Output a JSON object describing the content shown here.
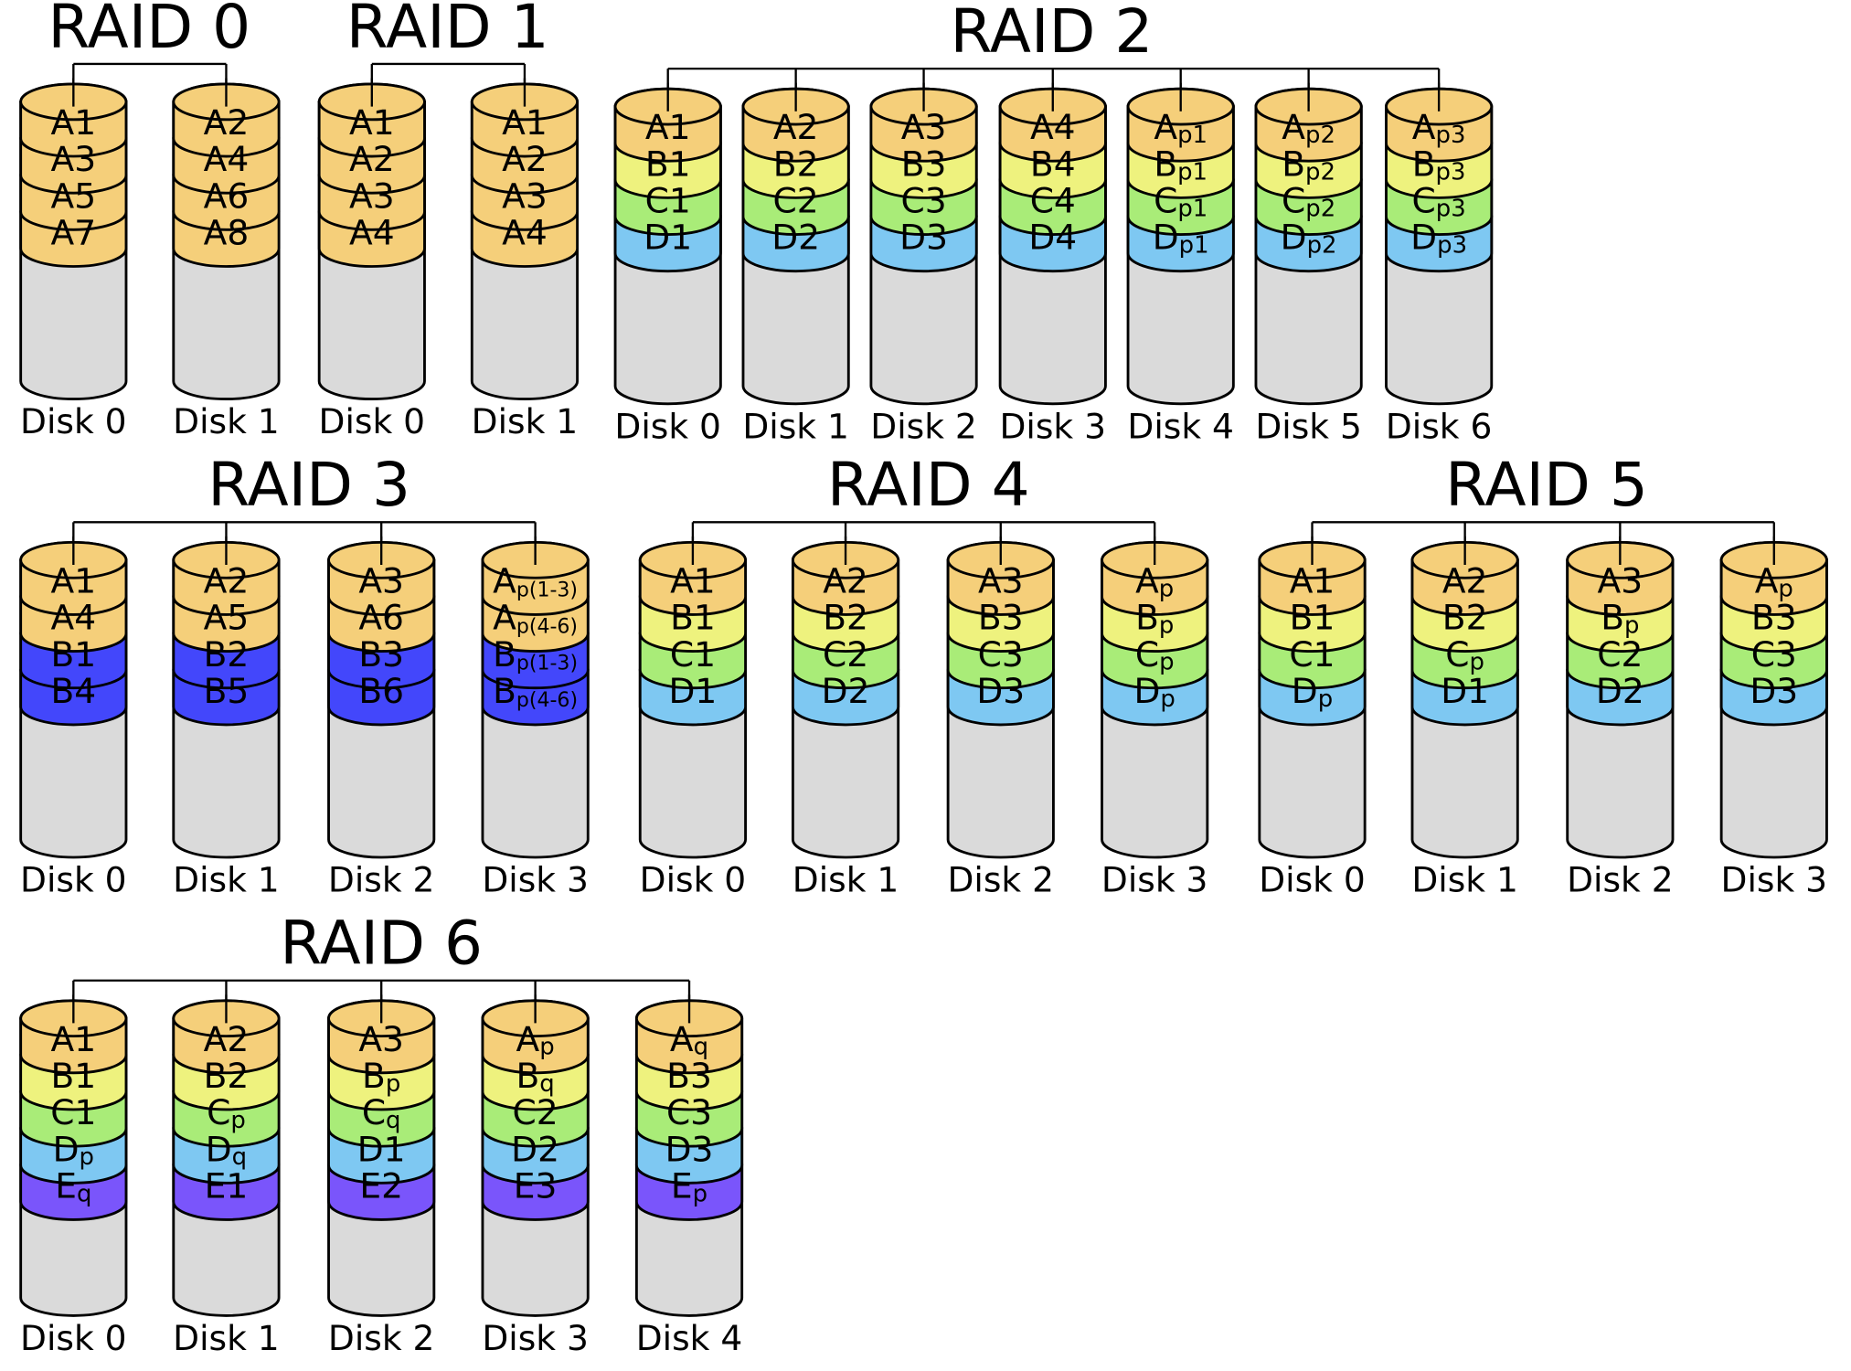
{
  "colors": {
    "A": "#f5cf7a",
    "B": "#eef27e",
    "C": "#a9ec78",
    "D": "#7ec8f2",
    "E": "#7a55fb",
    "B3": "#4347fb",
    "empty": "#dadada",
    "stroke": "#000000"
  },
  "groups": [
    {
      "title": "RAID 0",
      "disks": [
        {
          "label": "Disk 0",
          "blocks": [
            {
              "t": "A1",
              "c": "A"
            },
            {
              "t": "A3",
              "c": "A"
            },
            {
              "t": "A5",
              "c": "A"
            },
            {
              "t": "A7",
              "c": "A"
            }
          ]
        },
        {
          "label": "Disk 1",
          "blocks": [
            {
              "t": "A2",
              "c": "A"
            },
            {
              "t": "A4",
              "c": "A"
            },
            {
              "t": "A6",
              "c": "A"
            },
            {
              "t": "A8",
              "c": "A"
            }
          ]
        }
      ]
    },
    {
      "title": "RAID 1",
      "disks": [
        {
          "label": "Disk 0",
          "blocks": [
            {
              "t": "A1",
              "c": "A"
            },
            {
              "t": "A2",
              "c": "A"
            },
            {
              "t": "A3",
              "c": "A"
            },
            {
              "t": "A4",
              "c": "A"
            }
          ]
        },
        {
          "label": "Disk 1",
          "blocks": [
            {
              "t": "A1",
              "c": "A"
            },
            {
              "t": "A2",
              "c": "A"
            },
            {
              "t": "A3",
              "c": "A"
            },
            {
              "t": "A4",
              "c": "A"
            }
          ]
        }
      ]
    },
    {
      "title": "RAID 2",
      "disks": [
        {
          "label": "Disk 0",
          "blocks": [
            {
              "t": "A1",
              "c": "A"
            },
            {
              "t": "B1",
              "c": "B"
            },
            {
              "t": "C1",
              "c": "C"
            },
            {
              "t": "D1",
              "c": "D"
            }
          ]
        },
        {
          "label": "Disk 1",
          "blocks": [
            {
              "t": "A2",
              "c": "A"
            },
            {
              "t": "B2",
              "c": "B"
            },
            {
              "t": "C2",
              "c": "C"
            },
            {
              "t": "D2",
              "c": "D"
            }
          ]
        },
        {
          "label": "Disk 2",
          "blocks": [
            {
              "t": "A3",
              "c": "A"
            },
            {
              "t": "B3",
              "c": "B"
            },
            {
              "t": "C3",
              "c": "C"
            },
            {
              "t": "D3",
              "c": "D"
            }
          ]
        },
        {
          "label": "Disk 3",
          "blocks": [
            {
              "t": "A4",
              "c": "A"
            },
            {
              "t": "B4",
              "c": "B"
            },
            {
              "t": "C4",
              "c": "C"
            },
            {
              "t": "D4",
              "c": "D"
            }
          ]
        },
        {
          "label": "Disk 4",
          "blocks": [
            {
              "t": "A",
              "s": "p1",
              "c": "A"
            },
            {
              "t": "B",
              "s": "p1",
              "c": "B"
            },
            {
              "t": "C",
              "s": "p1",
              "c": "C"
            },
            {
              "t": "D",
              "s": "p1",
              "c": "D"
            }
          ]
        },
        {
          "label": "Disk 5",
          "blocks": [
            {
              "t": "A",
              "s": "p2",
              "c": "A"
            },
            {
              "t": "B",
              "s": "p2",
              "c": "B"
            },
            {
              "t": "C",
              "s": "p2",
              "c": "C"
            },
            {
              "t": "D",
              "s": "p2",
              "c": "D"
            }
          ]
        },
        {
          "label": "Disk 6",
          "blocks": [
            {
              "t": "A",
              "s": "p3",
              "c": "A"
            },
            {
              "t": "B",
              "s": "p3",
              "c": "B"
            },
            {
              "t": "C",
              "s": "p3",
              "c": "C"
            },
            {
              "t": "D",
              "s": "p3",
              "c": "D"
            }
          ]
        }
      ]
    },
    {
      "title": "RAID 3",
      "disks": [
        {
          "label": "Disk 0",
          "blocks": [
            {
              "t": "A1",
              "c": "A"
            },
            {
              "t": "A4",
              "c": "A"
            },
            {
              "t": "B1",
              "c": "B3"
            },
            {
              "t": "B4",
              "c": "B3"
            }
          ]
        },
        {
          "label": "Disk 1",
          "blocks": [
            {
              "t": "A2",
              "c": "A"
            },
            {
              "t": "A5",
              "c": "A"
            },
            {
              "t": "B2",
              "c": "B3"
            },
            {
              "t": "B5",
              "c": "B3"
            }
          ]
        },
        {
          "label": "Disk 2",
          "blocks": [
            {
              "t": "A3",
              "c": "A"
            },
            {
              "t": "A6",
              "c": "A"
            },
            {
              "t": "B3",
              "c": "B3"
            },
            {
              "t": "B6",
              "c": "B3"
            }
          ]
        },
        {
          "label": "Disk 3",
          "blocks": [
            {
              "t": "A",
              "s": "p(1-3)",
              "c": "A"
            },
            {
              "t": "A",
              "s": "p(4-6)",
              "c": "A"
            },
            {
              "t": "B",
              "s": "p(1-3)",
              "c": "B3"
            },
            {
              "t": "B",
              "s": "p(4-6)",
              "c": "B3"
            }
          ]
        }
      ]
    },
    {
      "title": "RAID 4",
      "disks": [
        {
          "label": "Disk 0",
          "blocks": [
            {
              "t": "A1",
              "c": "A"
            },
            {
              "t": "B1",
              "c": "B"
            },
            {
              "t": "C1",
              "c": "C"
            },
            {
              "t": "D1",
              "c": "D"
            }
          ]
        },
        {
          "label": "Disk 1",
          "blocks": [
            {
              "t": "A2",
              "c": "A"
            },
            {
              "t": "B2",
              "c": "B"
            },
            {
              "t": "C2",
              "c": "C"
            },
            {
              "t": "D2",
              "c": "D"
            }
          ]
        },
        {
          "label": "Disk 2",
          "blocks": [
            {
              "t": "A3",
              "c": "A"
            },
            {
              "t": "B3",
              "c": "B"
            },
            {
              "t": "C3",
              "c": "C"
            },
            {
              "t": "D3",
              "c": "D"
            }
          ]
        },
        {
          "label": "Disk 3",
          "blocks": [
            {
              "t": "A",
              "s": "p",
              "c": "A"
            },
            {
              "t": "B",
              "s": "p",
              "c": "B"
            },
            {
              "t": "C",
              "s": "p",
              "c": "C"
            },
            {
              "t": "D",
              "s": "p",
              "c": "D"
            }
          ]
        }
      ]
    },
    {
      "title": "RAID 5",
      "disks": [
        {
          "label": "Disk 0",
          "blocks": [
            {
              "t": "A1",
              "c": "A"
            },
            {
              "t": "B1",
              "c": "B"
            },
            {
              "t": "C1",
              "c": "C"
            },
            {
              "t": "D",
              "s": "p",
              "c": "D"
            }
          ]
        },
        {
          "label": "Disk 1",
          "blocks": [
            {
              "t": "A2",
              "c": "A"
            },
            {
              "t": "B2",
              "c": "B"
            },
            {
              "t": "C",
              "s": "p",
              "c": "C"
            },
            {
              "t": "D1",
              "c": "D"
            }
          ]
        },
        {
          "label": "Disk 2",
          "blocks": [
            {
              "t": "A3",
              "c": "A"
            },
            {
              "t": "B",
              "s": "p",
              "c": "B"
            },
            {
              "t": "C2",
              "c": "C"
            },
            {
              "t": "D2",
              "c": "D"
            }
          ]
        },
        {
          "label": "Disk 3",
          "blocks": [
            {
              "t": "A",
              "s": "p",
              "c": "A"
            },
            {
              "t": "B3",
              "c": "B"
            },
            {
              "t": "C3",
              "c": "C"
            },
            {
              "t": "D3",
              "c": "D"
            }
          ]
        }
      ]
    },
    {
      "title": "RAID 6",
      "disks": [
        {
          "label": "Disk 0",
          "blocks": [
            {
              "t": "A1",
              "c": "A"
            },
            {
              "t": "B1",
              "c": "B"
            },
            {
              "t": "C1",
              "c": "C"
            },
            {
              "t": "D",
              "s": "p",
              "c": "D"
            },
            {
              "t": "E",
              "s": "q",
              "c": "E"
            }
          ]
        },
        {
          "label": "Disk 1",
          "blocks": [
            {
              "t": "A2",
              "c": "A"
            },
            {
              "t": "B2",
              "c": "B"
            },
            {
              "t": "C",
              "s": "p",
              "c": "C"
            },
            {
              "t": "D",
              "s": "q",
              "c": "D"
            },
            {
              "t": "E1",
              "c": "E"
            }
          ]
        },
        {
          "label": "Disk 2",
          "blocks": [
            {
              "t": "A3",
              "c": "A"
            },
            {
              "t": "B",
              "s": "p",
              "c": "B"
            },
            {
              "t": "C",
              "s": "q",
              "c": "C"
            },
            {
              "t": "D1",
              "c": "D"
            },
            {
              "t": "E2",
              "c": "E"
            }
          ]
        },
        {
          "label": "Disk 3",
          "blocks": [
            {
              "t": "A",
              "s": "p",
              "c": "A"
            },
            {
              "t": "B",
              "s": "q",
              "c": "B"
            },
            {
              "t": "C2",
              "c": "C"
            },
            {
              "t": "D2",
              "c": "D"
            },
            {
              "t": "E3",
              "c": "E"
            }
          ]
        },
        {
          "label": "Disk 4",
          "blocks": [
            {
              "t": "A",
              "s": "q",
              "c": "A"
            },
            {
              "t": "B3",
              "c": "B"
            },
            {
              "t": "C3",
              "c": "C"
            },
            {
              "t": "D3",
              "c": "D"
            },
            {
              "t": "E",
              "s": "p",
              "c": "E"
            }
          ]
        }
      ]
    }
  ]
}
